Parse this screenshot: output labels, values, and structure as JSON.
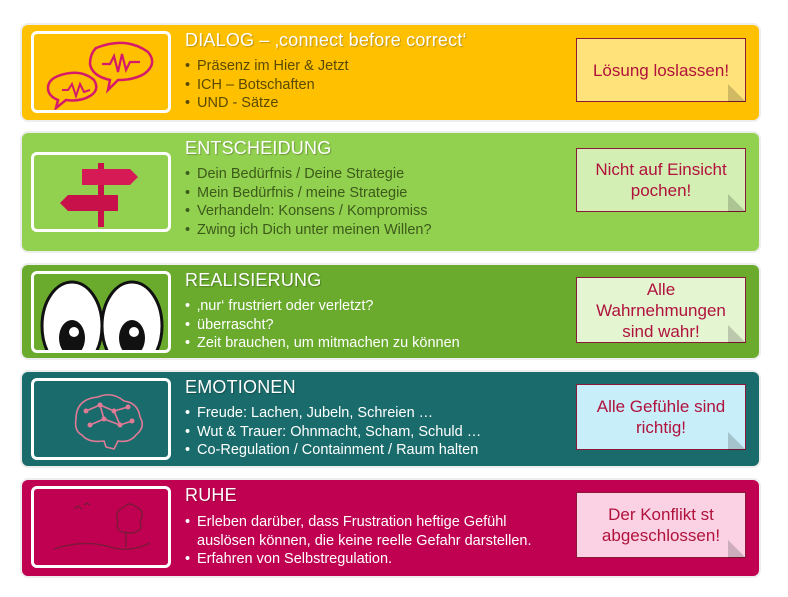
{
  "colors": {
    "dialog": "#ffc000",
    "entscheidung": "#92d050",
    "realisierung": "#6aab2e",
    "emotionen": "#1a6b6b",
    "ruhe": "#c00050",
    "note_yellow": "#ffe27a",
    "note_green": "#d4efb4",
    "note_lightgreen": "#e4f5d2",
    "note_blue": "#c8eefa",
    "note_pink": "#fbd2e4",
    "note_text": "#b0123c"
  },
  "bands": [
    {
      "id": "dialog",
      "icon": "speech-bubbles-icon",
      "title": "DIALOG – ‚connect before correct‘",
      "bullets": [
        "Präsenz im Hier & Jetzt",
        "ICH – Botschaften",
        "UND - Sätze"
      ],
      "note": "Lösung loslassen!"
    },
    {
      "id": "entscheidung",
      "icon": "signpost-icon",
      "title": "ENTSCHEIDUNG",
      "bullets": [
        "Dein Bedürfnis / Deine Strategie",
        "Mein Bedürfnis / meine Strategie",
        "Verhandeln: Konsens / Kompromiss",
        "Zwing ich Dich unter meinen Willen?"
      ],
      "note": "Nicht auf Einsicht pochen!"
    },
    {
      "id": "realisierung",
      "icon": "eyes-icon",
      "title": "REALISIERUNG",
      "bullets": [
        "‚nur‘ frustriert oder verletzt?",
        "überrascht?",
        "Zeit brauchen, um mitmachen zu können"
      ],
      "note": "Alle Wahrnehmungen sind wahr!"
    },
    {
      "id": "emotionen",
      "icon": "brain-network-icon",
      "title": "EMOTIONEN",
      "bullets": [
        "Freude: Lachen, Jubeln, Schreien …",
        "Wut & Trauer: Ohnmacht, Scham, Schuld …",
        "Co-Regulation / Containment / Raum halten"
      ],
      "note": "Alle Gefühle sind richtig!"
    },
    {
      "id": "ruhe",
      "icon": "tree-landscape-icon",
      "title": "RUHE",
      "bullets": [
        "Erleben darüber, dass Frustration heftige Gefühl",
        "auslösen können, die keine reelle Gefahr darstellen.",
        "Erfahren von Selbstregulation."
      ],
      "note": "Der Konflikt st abgeschlossen!"
    }
  ]
}
